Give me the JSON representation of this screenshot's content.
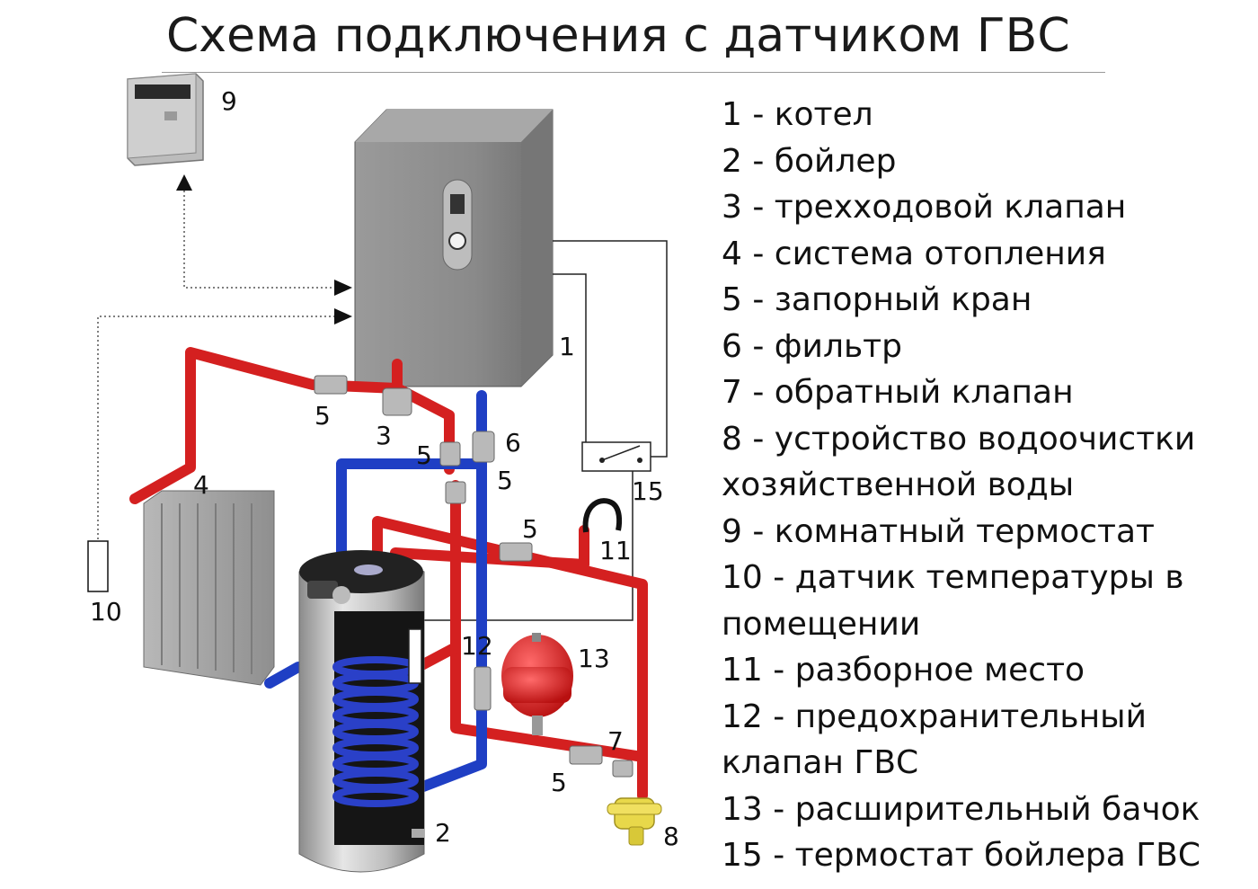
{
  "title": "Схема подключения с датчиком ГВС",
  "legend": [
    "1 - котел",
    "2 - бойлер",
    "3 - трехходовой клапан",
    "4 - система отопления",
    "5 - запорный кран",
    "6 - фильтр",
    "7 - обратный клапан",
    "8 - устройство водоочистки",
    "хозяйственной воды",
    "9 - комнатный термостат",
    "10 - датчик температуры в",
    "помещении",
    "11 - разборное место",
    "12 - предохранительный",
    "клапан ГВС",
    "13 - расширительный бачок",
    "15 - термостат бойлера ГВС"
  ],
  "labels": {
    "boiler": "1",
    "water_heater": "2",
    "three_way_valve": "3",
    "heating_system": "4",
    "shutoff_valve": "5",
    "filter": "6",
    "check_valve": "7",
    "water_treatment": "8",
    "room_thermostat": "9",
    "temp_sensor": "10",
    "tap_point": "11",
    "safety_valve": "12",
    "expansion_tank": "13",
    "dhw_thermostat": "15"
  },
  "colors": {
    "hot_pipe": "#d42020",
    "cold_pipe": "#1f3fc4",
    "boiler_body": "#8a8a8a",
    "radiator": "#a6a6a6",
    "tank": "#b9b9b9",
    "expansion_tank": "#e02424",
    "treatment": "#e8d84a"
  }
}
